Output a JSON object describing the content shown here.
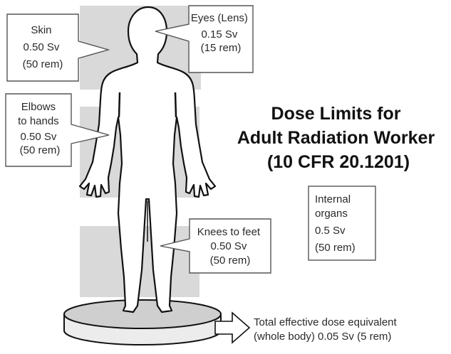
{
  "title": {
    "line1": "Dose Limits for",
    "line2": "Adult Radiation Worker",
    "line3": "(10 CFR 20.1201)"
  },
  "callouts": {
    "skin": [
      "Skin",
      "0.50 Sv",
      "(50 rem)"
    ],
    "eyes": [
      "Eyes (Lens)",
      "0.15 Sv",
      "(15 rem)"
    ],
    "elbows": [
      "Elbows",
      "to hands",
      "0.50 Sv",
      "(50 rem)"
    ],
    "knees": [
      "Knees to feet",
      "0.50 Sv",
      "(50 rem)"
    ],
    "internal": [
      "Internal",
      "organs",
      "0.5 Sv",
      "(50 rem)"
    ],
    "total": [
      "Total effective dose equivalent",
      "(whole body) 0.05 Sv (5 rem)"
    ]
  },
  "colors": {
    "shade": "#d9d9d9",
    "body_fill": "#ffffff",
    "outline": "#111111",
    "box_stroke": "#555555"
  }
}
